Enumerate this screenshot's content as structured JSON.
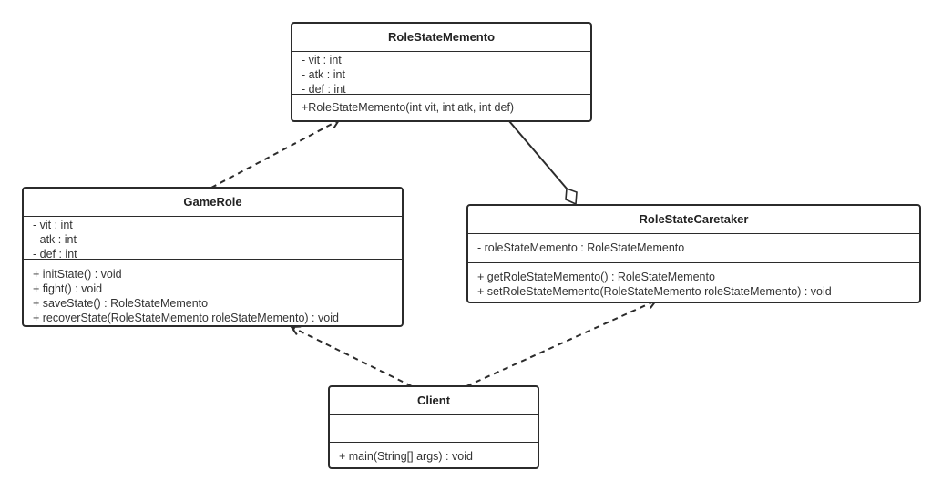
{
  "classes": {
    "memento": {
      "name": "RoleStateMemento",
      "attributes": [
        "- vit : int",
        "- atk : int",
        "- def : int"
      ],
      "operations": [
        "+RoleStateMemento(int vit, int atk, int def)"
      ]
    },
    "gamerole": {
      "name": "GameRole",
      "attributes": [
        "- vit : int",
        "- atk : int",
        "- def : int"
      ],
      "operations": [
        "+ initState() : void",
        "+ fight() : void",
        "+ saveState() : RoleStateMemento",
        "+ recoverState(RoleStateMemento roleStateMemento) : void"
      ]
    },
    "caretaker": {
      "name": "RoleStateCaretaker",
      "attributes": [
        "- roleStateMemento : RoleStateMemento"
      ],
      "operations": [
        "+ getRoleStateMemento() : RoleStateMemento",
        "+ setRoleStateMemento(RoleStateMemento roleStateMemento) : void"
      ]
    },
    "client": {
      "name": "Client",
      "attributes": [],
      "operations": [
        "+ main(String[] args) : void"
      ]
    }
  },
  "colors": {
    "line": "#2b2b2b",
    "border": "#2b2b2b"
  }
}
